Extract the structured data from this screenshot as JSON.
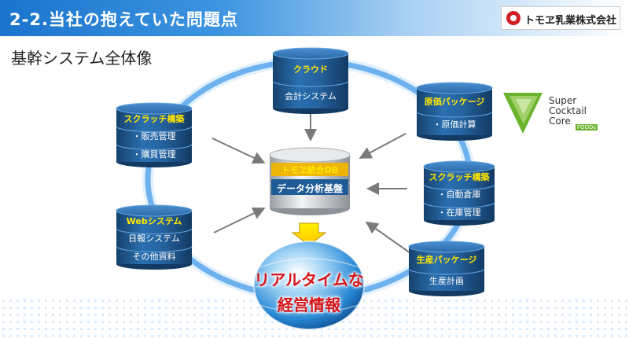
{
  "header": {
    "title": "2-2.当社の抱えていた問題点",
    "logo_text": "トモヱ乳業株式会社"
  },
  "subtitle": "基幹システム全体像",
  "center_db": {
    "title": "トモヱ統合DB",
    "label": "データ分析基盤"
  },
  "systems": [
    {
      "title": "クラウド",
      "items": [
        "会計システム"
      ]
    },
    {
      "title": "原価パッケージ",
      "items": [
        "・原価計算"
      ]
    },
    {
      "title": "スクラッチ構築",
      "items": [
        "・自動倉庫",
        "・在庫管理"
      ]
    },
    {
      "title": "生産パッケージ",
      "items": [
        "生産計画"
      ]
    },
    {
      "title": "Webシステム",
      "items": [
        "日報システム",
        "その他資料"
      ]
    },
    {
      "title": "スクラッチ構築",
      "items": [
        "・販売管理",
        "・購買管理"
      ]
    }
  ],
  "partner_logo": {
    "lines": [
      "Super",
      "Cocktail",
      "Core"
    ],
    "badge": "FOODs",
    "color": "#6bb32e"
  },
  "output": {
    "line1": "リアルタイムな",
    "line2": "経営情報"
  },
  "colors": {
    "header_blue": "#1a74cc",
    "cylinder_blue": "#1f5b96",
    "label_yellow": "#ffe600",
    "output_red": "#d4141a",
    "ring_blue": "#2f8fe6"
  }
}
